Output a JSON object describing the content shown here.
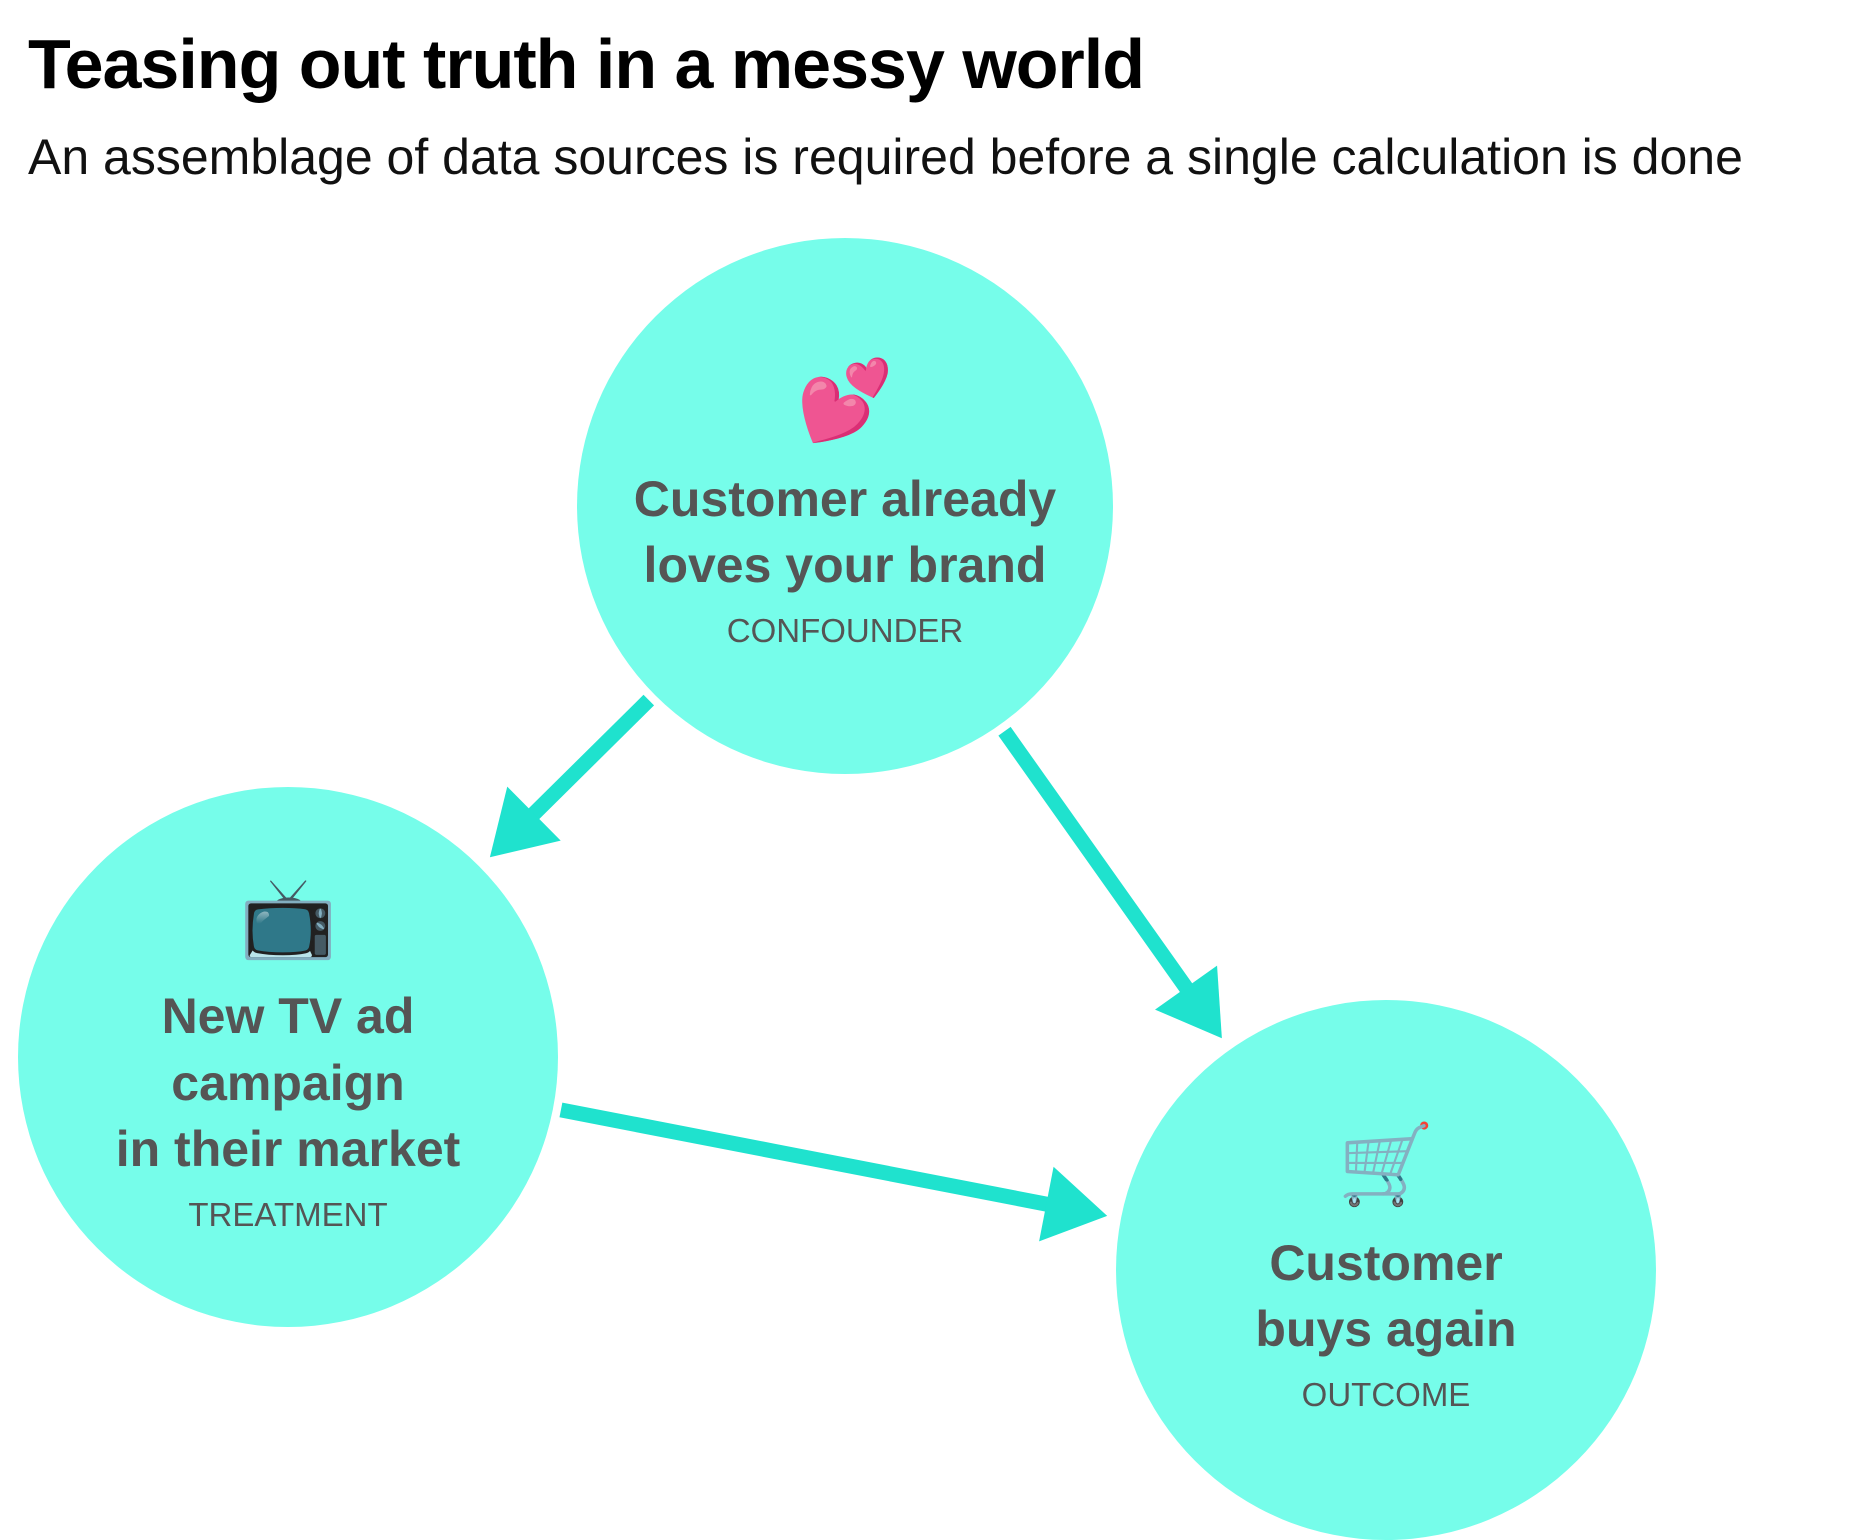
{
  "header": {
    "title": "Teasing out truth in a messy world",
    "subtitle": "An assemblage of data sources is required before a single calculation is done"
  },
  "colors": {
    "node_fill": "#76FDEA",
    "arrow": "#1FE2CE",
    "label_text": "#555555"
  },
  "nodes": [
    {
      "id": "confounder",
      "icon": "💕",
      "icon_name": "two-hearts-icon",
      "label": "Customer already\nloves your brand",
      "role": "CONFOUNDER"
    },
    {
      "id": "treatment",
      "icon": "📺",
      "icon_name": "television-icon",
      "label": "New TV ad\ncampaign\nin their market",
      "role": "TREATMENT"
    },
    {
      "id": "outcome",
      "icon": "🛒",
      "icon_name": "shopping-cart-icon",
      "label": "Customer\nbuys again",
      "role": "OUTCOME"
    }
  ],
  "edges": [
    {
      "from": "confounder",
      "to": "treatment"
    },
    {
      "from": "confounder",
      "to": "outcome"
    },
    {
      "from": "treatment",
      "to": "outcome"
    }
  ]
}
